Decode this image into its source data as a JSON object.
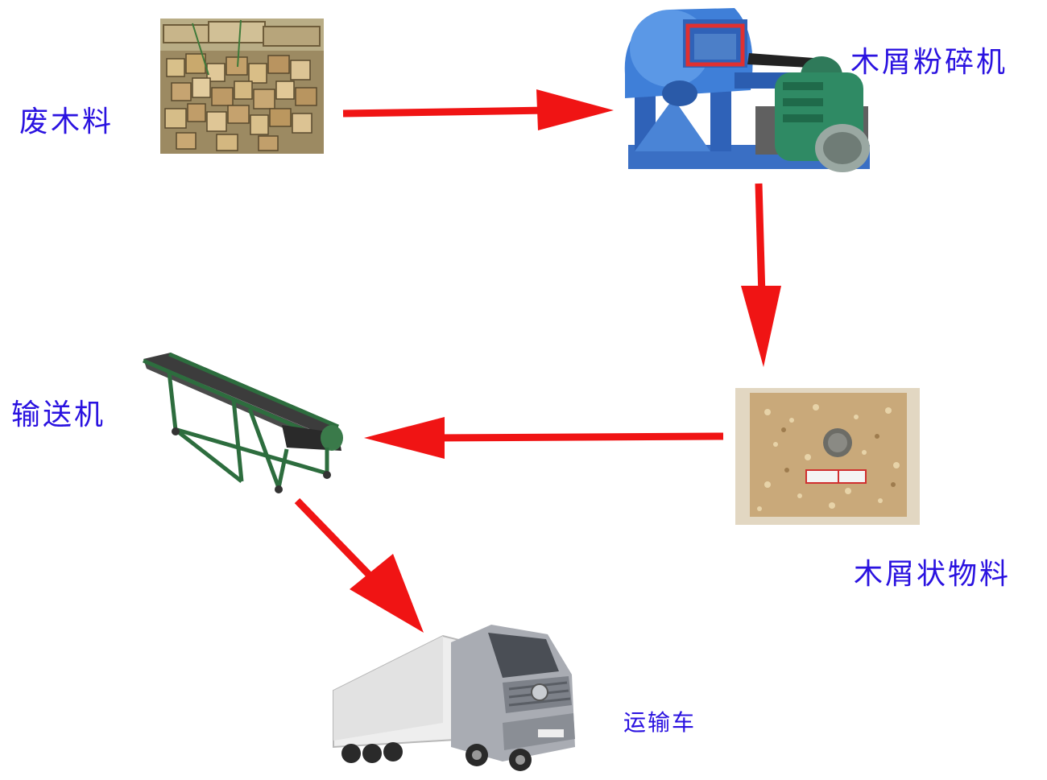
{
  "nodes": {
    "waste_wood": {
      "label": "废木料"
    },
    "crusher": {
      "label": "木屑粉碎机"
    },
    "sawdust": {
      "label": "木屑状物料"
    },
    "conveyor": {
      "label": "输送机"
    },
    "truck": {
      "label": "运输车"
    }
  },
  "colors": {
    "label": "#2a12e0",
    "arrow": "#f01414"
  }
}
